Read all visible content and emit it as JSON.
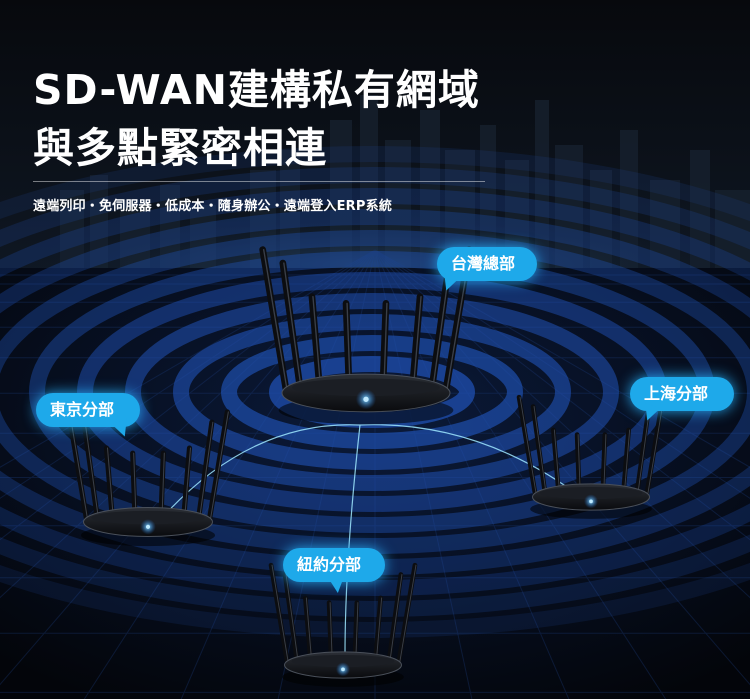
{
  "headline": {
    "line1": "SD-WAN建構私有網域",
    "line2": "與多點緊密相連"
  },
  "tagline": "遠端列印・免伺服器・低成本・隨身辦公・遠端登入ERP系統",
  "locations": {
    "taiwan": "台灣總部",
    "tokyo": "東京分部",
    "shanghai": "上海分部",
    "newyork": "紐約分部"
  },
  "colors": {
    "accent": "#1ea9ea",
    "background": "#05070b",
    "ring": "#1f4fb0"
  }
}
